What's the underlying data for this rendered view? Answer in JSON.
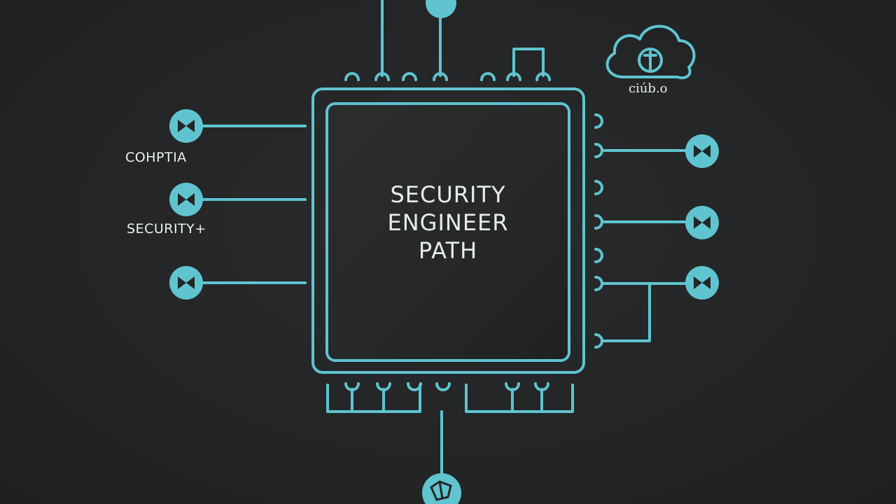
{
  "diagram": {
    "center_title": "SECURITY\nENGINEER\nPATH",
    "left_labels": [
      "COHPTIA",
      "SECURITY+"
    ],
    "cloud_label": "ciúb.o"
  },
  "colors": {
    "accent": "#5fc4cf",
    "background": "#232526",
    "chip_fill": "#262829",
    "text": "#e8ecec"
  },
  "icons": {
    "node": "bowtie-icon",
    "cloud": "cloud-icon",
    "bottom": "shield-badge-icon"
  }
}
